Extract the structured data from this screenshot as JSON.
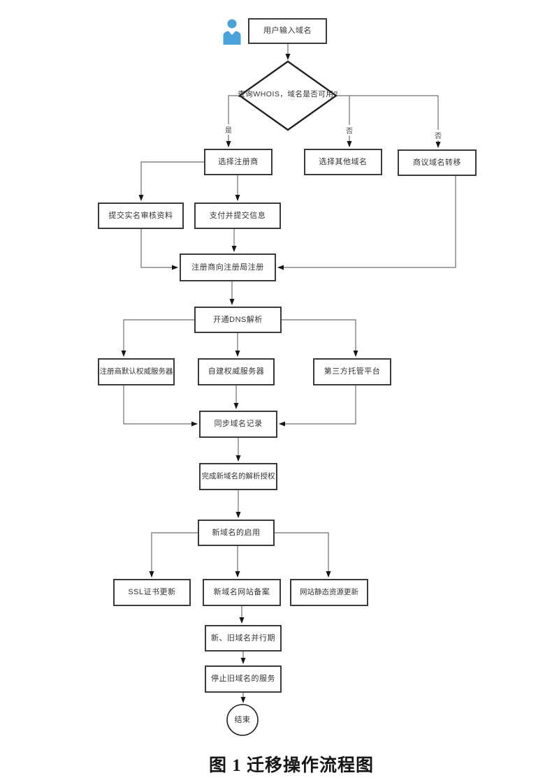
{
  "figure": {
    "caption": "图 1 迁移操作流程图"
  },
  "flowchart": {
    "nodes": {
      "start": "用户输入域名",
      "decision": "查询WHOIS，域名是否可用?",
      "choose_registrar": "选择注册商",
      "choose_other_domain": "选择其他域名",
      "negotiate_transfer": "商议域名转移",
      "submit_real_name": "提交实名审核资料",
      "pay_and_submit": "支付并提交信息",
      "registrar_register": "注册商向注册局注册",
      "enable_dns": "开通DNS解析",
      "registrar_default_server": "注册商默认权威服务器",
      "self_built_server": "自建权威服务器",
      "third_party_platform": "第三方托管平台",
      "sync_domain_records": "同步域名记录",
      "complete_resolution_auth": "完成新域名的解析授权",
      "enable_new_domain": "新域名的启用",
      "ssl_cert_update": "SSL证书更新",
      "new_domain_site_filing": "新域名网站备案",
      "static_resource_update": "网站静态资源更新",
      "parallel_period": "新、旧域名并行期",
      "stop_old_domain_service": "停止旧域名的服务",
      "end": "结束"
    },
    "edge_labels": {
      "yes": "是",
      "no_other": "否",
      "no_transfer": "否"
    },
    "colors": {
      "person_icon": "#4aa3d8",
      "line": "#6e6e6e",
      "arrow": "#151515",
      "box_border": "#3a3a3a"
    }
  }
}
